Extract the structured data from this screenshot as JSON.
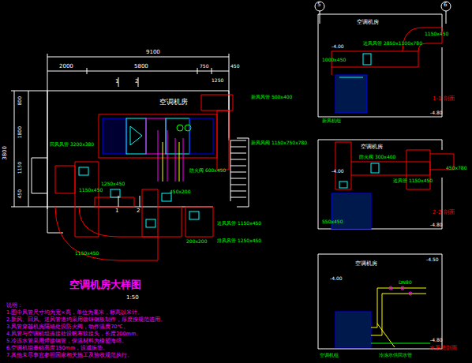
{
  "diagram": {
    "title": "空调机房大样图",
    "nodes": [
      {
        "text": [
          "空调机房"
        ]
      },
      {
        "text": [
          "空调机房"
        ]
      },
      {
        "text": [
          "空调机房"
        ]
      },
      {
        "text": [
          "空调机房"
        ]
      }
    ],
    "labels": [
      "9100",
      "2000",
      "5800",
      "750",
      "1250",
      "450",
      "1",
      "2",
      "1",
      "2",
      "3800",
      "800",
      "1800",
      "1150",
      "450",
      "新风风管 500x400",
      "新风风阀 1150x750x780",
      "防火阀 600x450",
      "送风风管 1150x450",
      "排风风管 1250x450",
      "回风风管 3200x380",
      "1150x450",
      "1250x450",
      "450x200",
      "200x200",
      "1150x450",
      "1:50",
      "说明：",
      "1.图中风管尺寸均为宽×高，单位为毫米，标高以米计。",
      "2.新风、回风、送风管道均采用镀锌钢板制作，厚度按规范选用。",
      "3.风管穿越机房隔墙处设防火阀，动作温度70℃。",
      "4.风管与空调机组连接处设帆布软接头，长度200mm。",
      "5.冷冻水管采用焊接钢管，保温材料为橡塑海绵。",
      "6.空调机组基础高度150mm，设减振垫。",
      "7.其他未尽事宜参照国家相关施工及验收规范执行。",
      "5",
      "6",
      "1150x450",
      "送风风管 2850x1100x780",
      "-4.00",
      "1000x450",
      "1-1 剖面",
      "-4.80",
      "新风机组",
      "防火阀 300x400",
      "送风管 1150x450",
      "450x780",
      "-4.00",
      "550x450",
      "2-2 剖面",
      "-4.80",
      "-4.00",
      "-4.50",
      "DN80",
      "空调机组",
      "冷冻水供回水管",
      "水系统剖面",
      "-4.80"
    ]
  }
}
